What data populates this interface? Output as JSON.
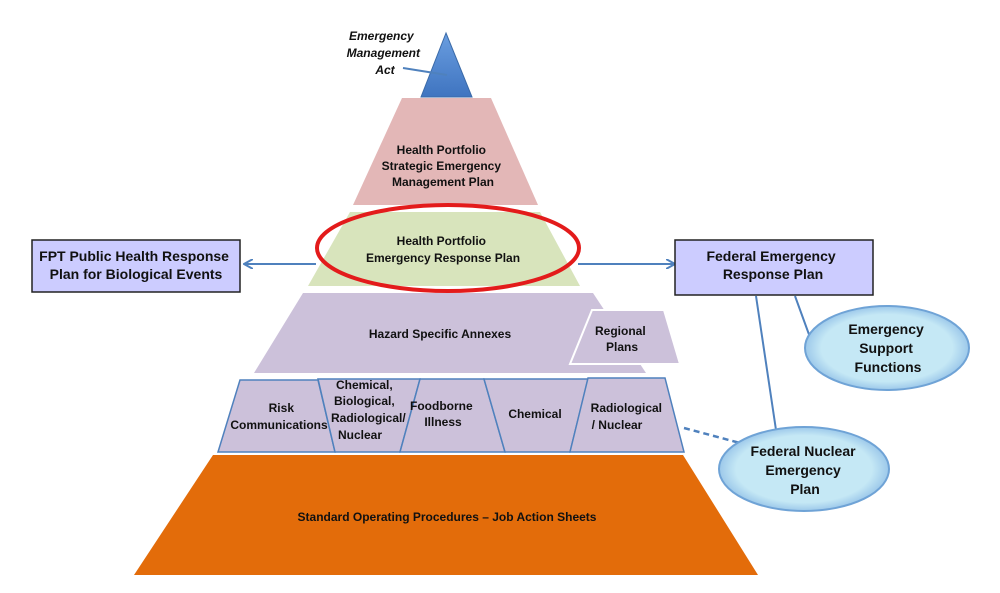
{
  "colors": {
    "act_blue": "#4a80c8",
    "strategic_pink": "#e3b7b7",
    "response_green": "#d8e4bc",
    "annex_lilac": "#ccc1da",
    "sop_orange": "#e36c0a",
    "highlight_red": "#e31b1b",
    "box_fill": "#ccccff",
    "bubble_fill": "#c5e8f5",
    "connector_blue": "#4f81bd"
  },
  "pyramid": {
    "apex": {
      "label_lines": [
        "Emergency",
        "Management",
        "Act"
      ]
    },
    "strategic": {
      "label_lines": [
        "Health Portfolio",
        "Strategic Emergency",
        "Management Plan"
      ]
    },
    "response": {
      "label_lines": [
        "Health Portfolio",
        "Emergency Response Plan"
      ],
      "highlighted": true
    },
    "annexes": {
      "label_lines": [
        "Hazard Specific Annexes"
      ]
    },
    "regional": {
      "label_lines": [
        "Regional",
        "Plans"
      ]
    },
    "hazard_blocks": [
      {
        "label_lines": [
          "Risk",
          "Communications"
        ]
      },
      {
        "label_lines": [
          "Chemical,",
          "Biological,",
          "Radiological/",
          "Nuclear"
        ]
      },
      {
        "label_lines": [
          "Foodborne",
          "Illness"
        ]
      },
      {
        "label_lines": [
          "Chemical"
        ]
      },
      {
        "label_lines": [
          "Radiological",
          "/ Nuclear"
        ]
      }
    ],
    "sop": {
      "label_lines": [
        "Standard Operating Procedures – Job Action Sheets"
      ]
    }
  },
  "side_boxes": {
    "fpt": {
      "label_lines": [
        "FPT Public Health Response",
        "Plan for Biological Events"
      ]
    },
    "federal": {
      "label_lines": [
        "Federal Emergency",
        "Response Plan"
      ]
    }
  },
  "bubbles": {
    "esf": {
      "label_lines": [
        "Emergency",
        "Support",
        "Functions"
      ]
    },
    "nuclear": {
      "label_lines": [
        "Federal Nuclear",
        "Emergency",
        "Plan"
      ]
    }
  }
}
